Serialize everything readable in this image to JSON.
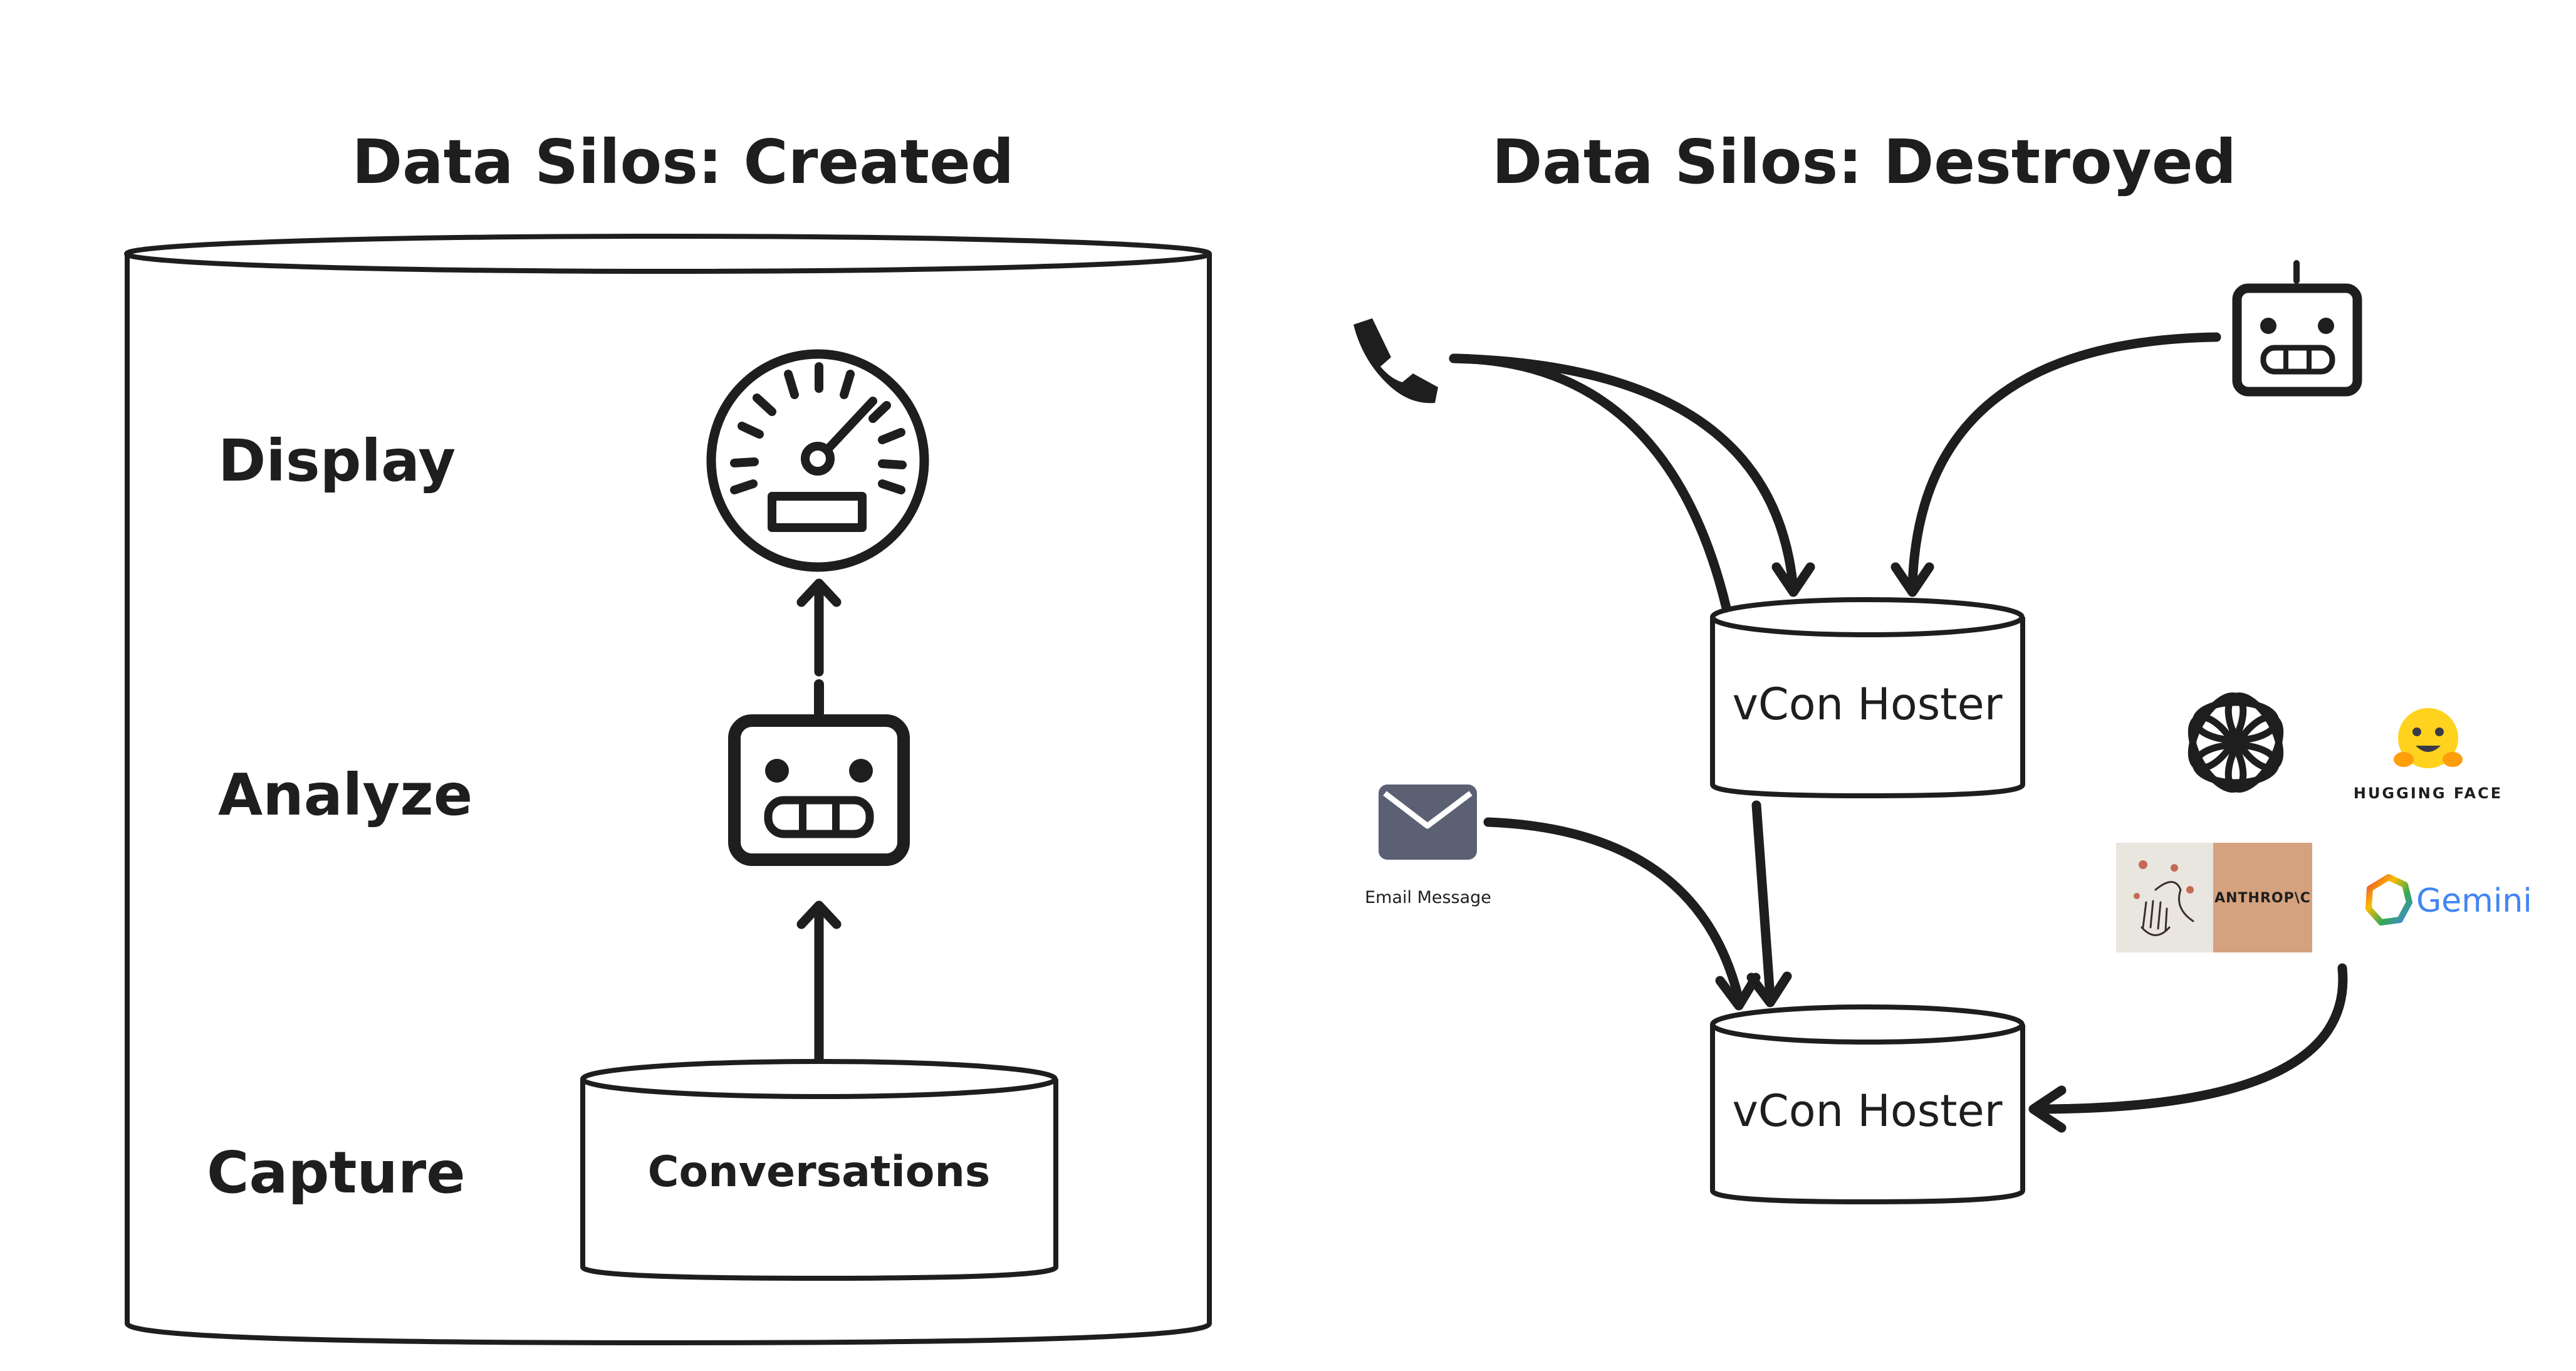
{
  "left_panel": {
    "title": "Data Silos: Created",
    "layers": {
      "display": "Display",
      "analyze": "Analyze",
      "capture": "Capture"
    },
    "conversations_label": "Conversations"
  },
  "right_panel": {
    "title": "Data Silos: Destroyed",
    "hoster_top_label": "vCon Hoster",
    "hoster_bottom_label": "vCon Hoster",
    "email_label": "Email Message",
    "logos": {
      "hugging_face": "HUGGING FACE",
      "anthropic": "ANTHROP\\C",
      "gemini": "Gemini"
    }
  },
  "icons": {
    "gauge": "speedometer-icon",
    "robot": "robot-icon",
    "phone": "phone-icon",
    "email": "envelope-icon",
    "openai": "openai-logo",
    "hugging_face": "hugging-face-logo",
    "anthropic": "anthropic-logo",
    "gemini": "gemini-logo"
  },
  "colors": {
    "ink": "#1e1e1e",
    "envelope": "#5b6173",
    "anthropic_left": "#e9e5df",
    "anthropic_right": "#d4a27f",
    "hugging_face": "#ffd21e",
    "gemini_text": "#4285f4"
  }
}
